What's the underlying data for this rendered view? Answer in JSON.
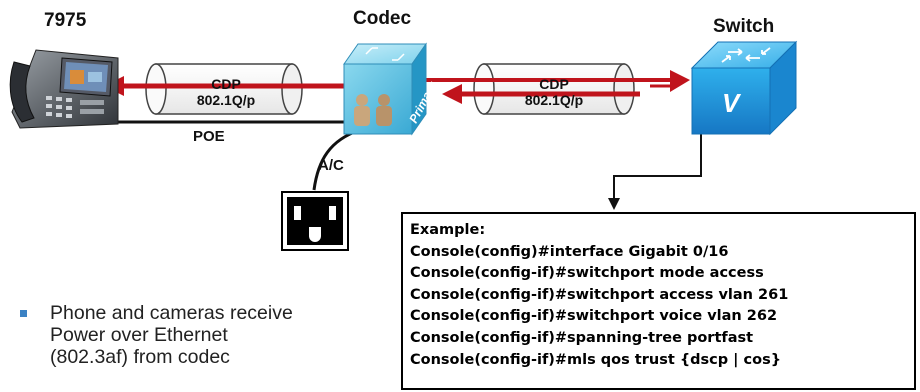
{
  "labels": {
    "phone": "7975",
    "codec": "Codec",
    "switch": "Switch",
    "poe": "POE",
    "ac": "A/C",
    "codec_side": "Primary",
    "switch_letter": "V"
  },
  "tube_left": {
    "line1": "CDP",
    "line2": "802.1Q/p"
  },
  "tube_right": {
    "line1": "CDP",
    "line2": "802.1Q/p"
  },
  "console": {
    "lines": [
      "Example:",
      "Console(config)#interface Gigabit 0/16",
      "Console(config-if)#switchport mode access",
      "Console(config-if)#switchport access vlan 261",
      "Console(config-if)#switchport voice vlan 262",
      "Console(config-if)#spanning-tree portfast",
      "Console(config-if)#mls qos trust {dscp | cos}"
    ]
  },
  "bullet": {
    "text_lines": [
      "Phone and cameras receive",
      "Power over Ethernet",
      "(802.3af) from codec"
    ]
  },
  "colors": {
    "arrow_red": "#c0141c",
    "switch_blue": "#1d9fe0",
    "codec_cyan": "#5fc6e6",
    "bullet_blue": "#3b82c4"
  },
  "icons": {
    "phone": "ip-phone-icon",
    "codec": "codec-cube-icon",
    "switch": "switch-cube-icon",
    "outlet": "power-outlet-icon"
  }
}
